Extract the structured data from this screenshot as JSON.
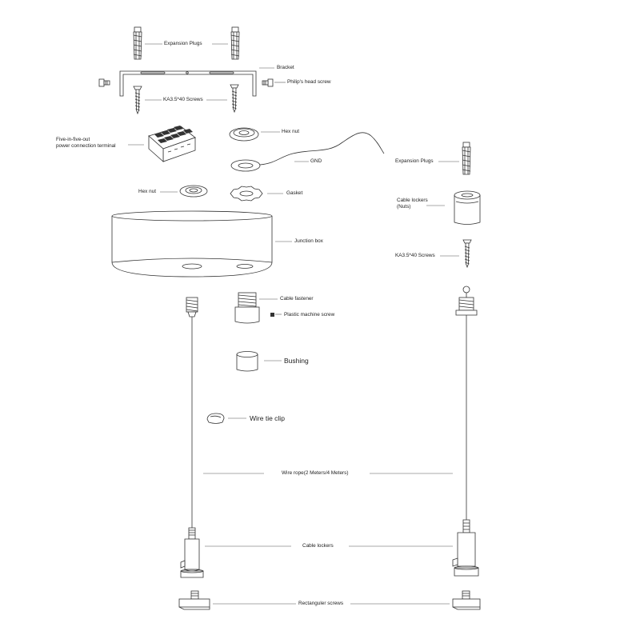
{
  "labels": {
    "expansion_plugs_top": "Expansion Plugs",
    "bracket": "Bracket",
    "philips_head_screw": "Philip's head screw",
    "ka_screws_top": "KA3.5*40 Screws",
    "terminal": "Five-in-five-out\npower connection terminal",
    "hex_nut_right": "Hex nut",
    "gnd": "GND",
    "hex_nut_left": "Hex nut",
    "gasket": "Gasket",
    "junction_box": "Junction box",
    "expansion_plugs_right": "Expansion Plugs",
    "cable_lockers_nuts": "Cable lockers\n(Nuts)",
    "ka_screws_right": "KA3.5*40 Screws",
    "cable_fastener": "Cable fastener",
    "plastic_machine_screw": "Plastic machine screw",
    "bushing": "Bushing",
    "wire_tie_clip": "Wire tie clip",
    "wire_rope": "Wire rope(2 Meters/4 Meters)",
    "cable_lockers": "Cable lockers",
    "rectangular_screws": "Rectanguler screws"
  }
}
